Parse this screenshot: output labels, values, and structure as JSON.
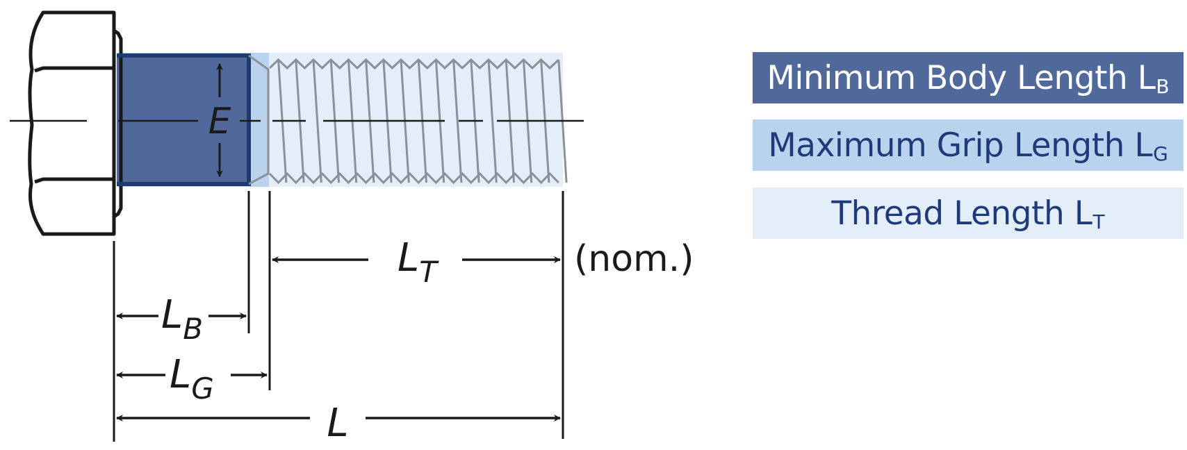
{
  "colors": {
    "body_dark": "#51689a",
    "grip_mid": "#b9d3ef",
    "thread_light": "#e3eef9",
    "legend_dark_text": "#ffffff",
    "legend_light_text": "#1f3a7a",
    "line": "#1a1a1a"
  },
  "legend": [
    {
      "label": "Minimum Body Length L",
      "sub": "B",
      "bg": "#51689a",
      "fg": "#ffffff"
    },
    {
      "label": "Maximum Grip Length L",
      "sub": "G",
      "bg": "#b9d3ef",
      "fg": "#1f3a7a"
    },
    {
      "label": "Thread Length L",
      "sub": "T",
      "bg": "#e3eef9",
      "fg": "#1f3a7a"
    }
  ],
  "dimensions": {
    "diameter": {
      "label": "E"
    },
    "thread": {
      "label": "L",
      "sub": "T",
      "note": "(nom.)"
    },
    "body": {
      "label": "L",
      "sub": "B"
    },
    "grip": {
      "label": "L",
      "sub": "G"
    },
    "length": {
      "label": "L"
    }
  }
}
